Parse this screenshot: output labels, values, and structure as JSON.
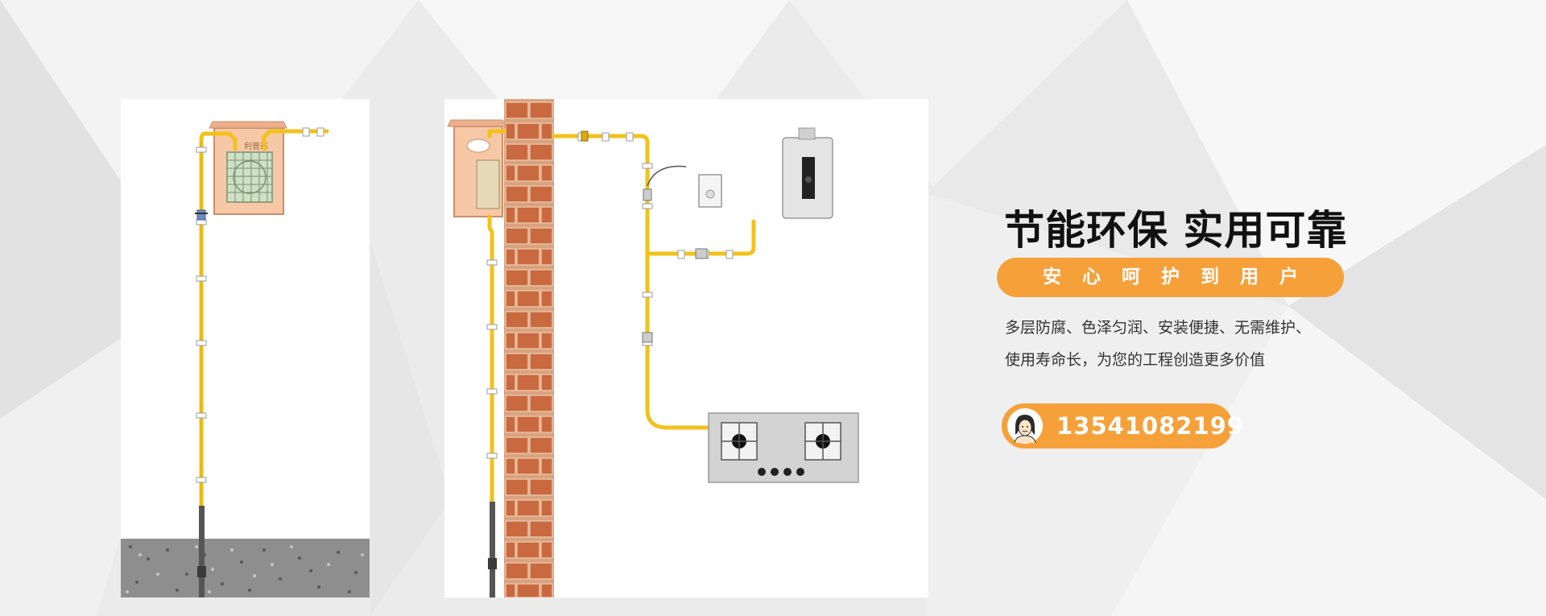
{
  "headline": "节能环保 实用可靠",
  "subheadline": "安心呵护到用户",
  "description": {
    "line1": "多层防腐、色泽匀润、安装便捷、无需维护、",
    "line2": "使用寿命长，为您的工程创造更多价值"
  },
  "contact": {
    "phone": "13541082199",
    "icon": "customer-service-avatar-icon"
  },
  "illustration": {
    "meter_box_label": "利普达"
  },
  "colors": {
    "accent": "#f6a03a",
    "gas_pipe": "#f2c21b",
    "brick": "#c9693f",
    "headline": "#111111",
    "body_text": "#333333"
  }
}
